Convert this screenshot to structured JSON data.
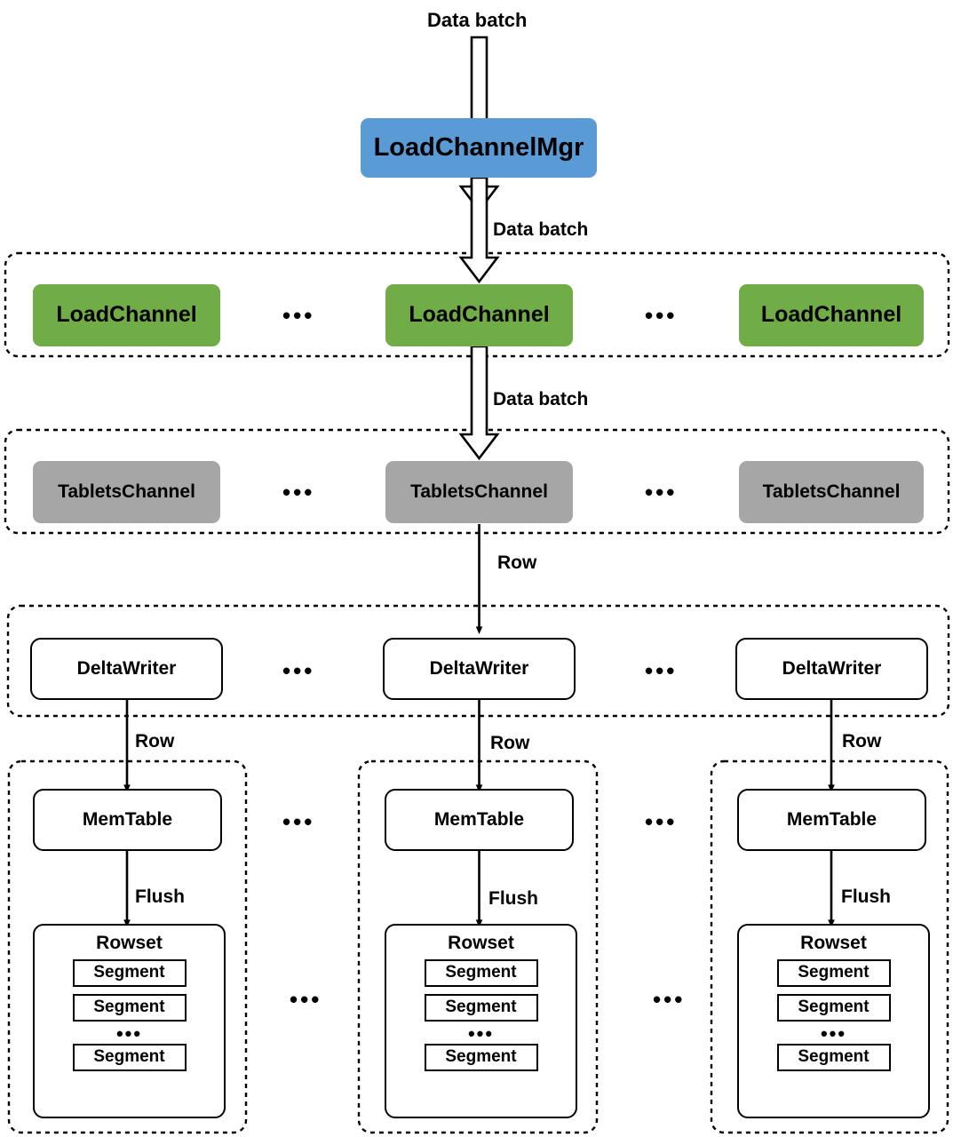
{
  "diagram": {
    "title": "Data batch",
    "colors": {
      "blue": "#5B9BD5",
      "green": "#70AD47",
      "gray": "#A6A6A6",
      "white": "#FFFFFF",
      "stroke": "#000000"
    },
    "ellipsis": "•••"
  },
  "labels": {
    "top_data_batch": "Data batch",
    "data_batch_1": "Data batch",
    "data_batch_2": "Data batch",
    "row_main": "Row",
    "row_left": "Row",
    "row_mid": "Row",
    "row_right": "Row",
    "flush_left": "Flush",
    "flush_mid": "Flush",
    "flush_right": "Flush"
  },
  "nodes": {
    "load_channel_mgr": "LoadChannelMgr",
    "load_channel_left": "LoadChannel",
    "load_channel_mid": "LoadChannel",
    "load_channel_right": "LoadChannel",
    "tablets_channel_left": "TabletsChannel",
    "tablets_channel_mid": "TabletsChannel",
    "tablets_channel_right": "TabletsChannel",
    "delta_writer_left": "DeltaWriter",
    "delta_writer_mid": "DeltaWriter",
    "delta_writer_right": "DeltaWriter",
    "mem_table_left": "MemTable",
    "mem_table_mid": "MemTable",
    "mem_table_right": "MemTable",
    "rowset_left": "Rowset",
    "rowset_mid": "Rowset",
    "rowset_right": "Rowset",
    "segment": "Segment"
  },
  "segments": {
    "left": [
      "Segment",
      "Segment",
      "Segment"
    ],
    "mid": [
      "Segment",
      "Segment",
      "Segment"
    ],
    "right": [
      "Segment",
      "Segment",
      "Segment"
    ]
  },
  "ellipses": {
    "load_channel_1": "•••",
    "load_channel_2": "•••",
    "tablets_channel_1": "•••",
    "tablets_channel_2": "•••",
    "delta_writer_1": "•••",
    "delta_writer_2": "•••",
    "mem_table_1": "•••",
    "mem_table_2": "•••",
    "rowset_1": "•••",
    "rowset_2": "•••",
    "seg_left": "•••",
    "seg_mid": "•••",
    "seg_right": "•••"
  }
}
